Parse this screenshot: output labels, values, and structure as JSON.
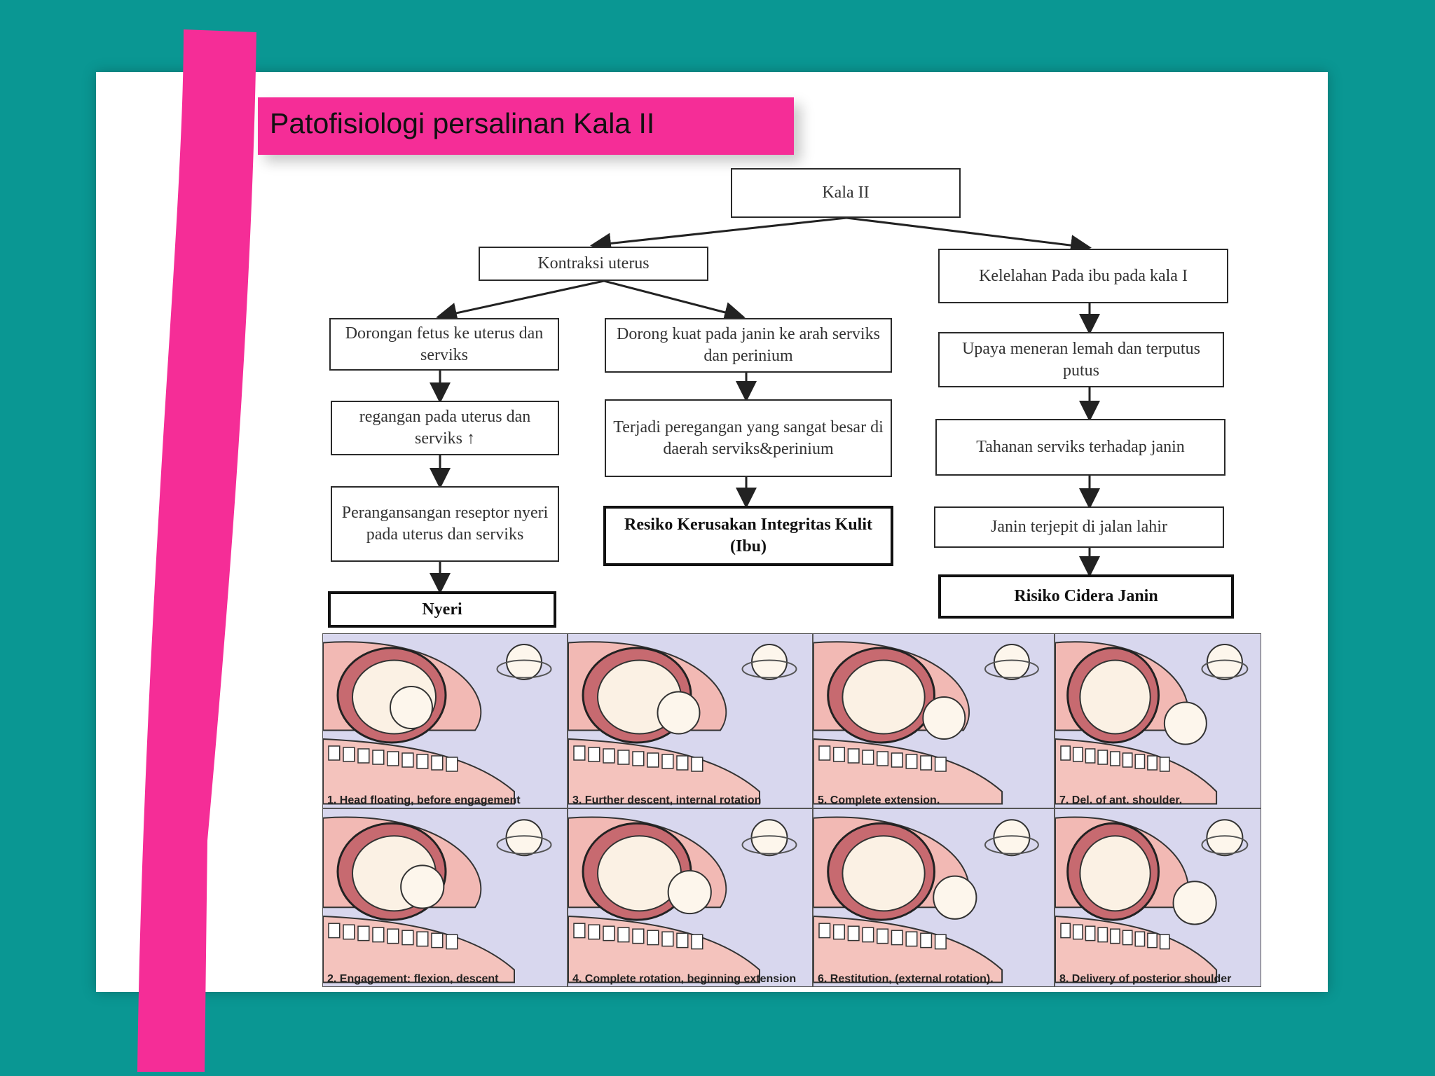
{
  "slide": {
    "title": "Patofisiologi persalinan Kala II",
    "colors": {
      "background": "#0a9793",
      "accent": "#f52d97",
      "panel": "#d8d7ee"
    }
  },
  "flowchart": {
    "root": "Kala II",
    "left_branch": {
      "head": "Kontraksi uterus",
      "left": [
        "Dorongan fetus ke uterus dan serviks",
        "regangan pada uterus dan serviks ↑",
        "Perangansangan reseptor nyeri pada uterus dan serviks",
        "Nyeri"
      ],
      "right": [
        "Dorong kuat pada janin ke arah serviks dan perinium",
        "Terjadi peregangan yang sangat besar di daerah serviks&perinium",
        "Resiko Kerusakan Integritas Kulit (Ibu)"
      ]
    },
    "right_branch": [
      "Kelelahan Pada ibu pada kala I",
      "Upaya meneran lemah dan terputus putus",
      "Tahanan serviks terhadap janin",
      "Janin terjepit di jalan lahir",
      "Risiko Cidera Janin"
    ]
  },
  "figure": {
    "captions": [
      "1.  Head floating, before engagement",
      "2.  Engagement: flexion, descent",
      "3.  Further descent, internal rotation",
      "4. Complete rotation, beginning extension",
      "5.  Complete extension.",
      "6.  Restitution, (external rotation).",
      "7. Del. of ant. shoulder.",
      "8.  Delivery of posterior shoulder"
    ]
  }
}
